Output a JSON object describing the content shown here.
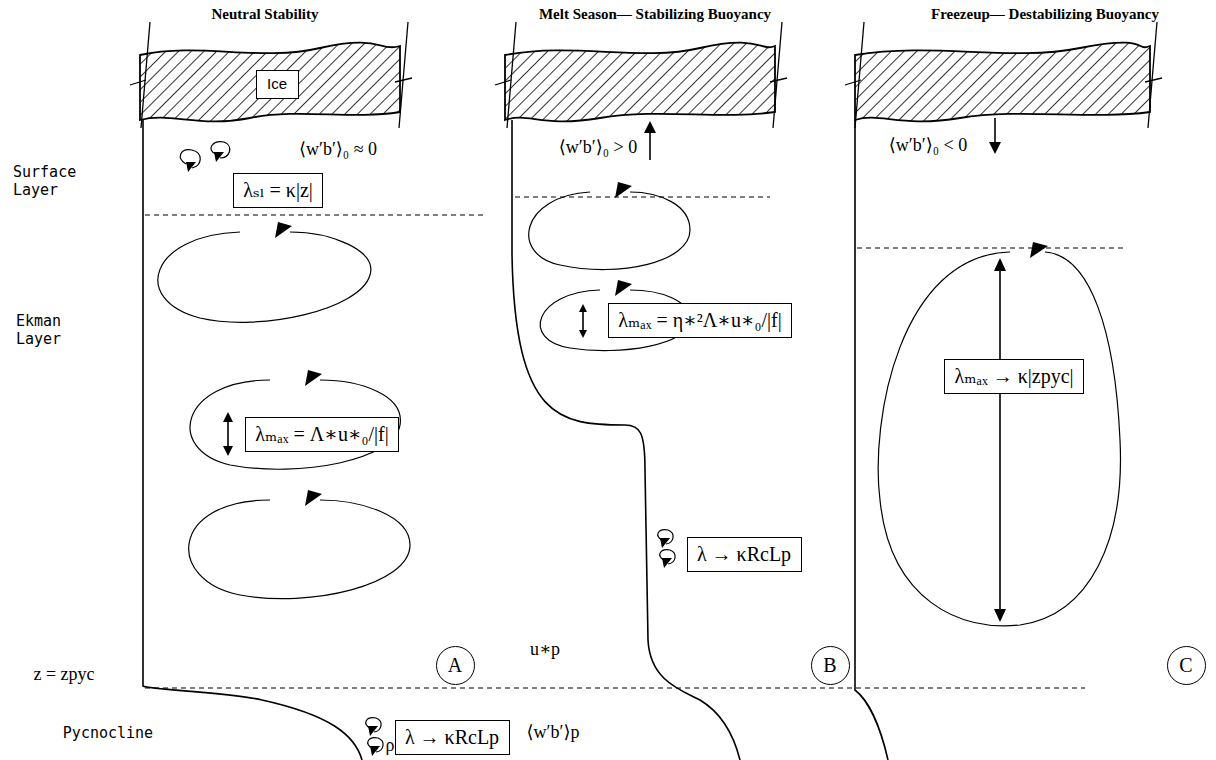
{
  "diagram": {
    "nodes": [
      {
        "text": [
          "Ice"
        ]
      },
      {
        "text": [
          "λₛₗ = κ|z|"
        ]
      },
      {
        "text": [
          "λₘₐₓ = Λ∗u∗₀/|f|"
        ]
      },
      {
        "text": [
          "A"
        ]
      },
      {
        "text": [
          "λ → κRcLp"
        ]
      },
      {
        "text": [
          "λₘₐₓ = η∗²Λ∗u∗₀/|f|"
        ]
      },
      {
        "text": [
          "λ → κRcLp"
        ]
      },
      {
        "text": [
          "B"
        ]
      },
      {
        "text": [
          "λₘₐₓ → κ|zpyc|"
        ]
      },
      {
        "text": [
          "C"
        ]
      }
    ],
    "labels": [
      "Neutral Stability",
      "Melt Season— Stabilizing Buoyancy",
      "Freezeup— Destabilizing Buoyancy",
      "⟨w′b′⟩₀ ≈ 0",
      "Surface Layer",
      "Ekman Layer",
      "z = zpyc",
      "Pycnocline",
      "⟨w′b′⟩₀ > 0",
      "u∗p",
      "⟨w′b′⟩p",
      "⟨w′b′⟩₀ < 0",
      "ρ"
    ]
  }
}
